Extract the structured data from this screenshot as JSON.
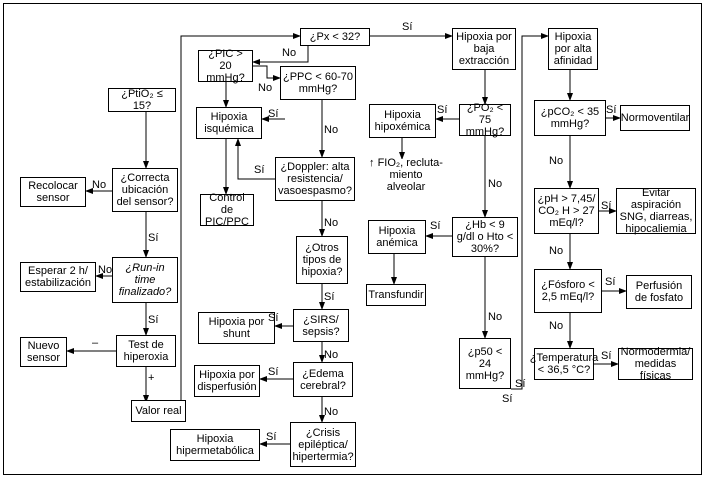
{
  "nodes": {
    "ptio2": "¿PtiO₂ ≤ 15?",
    "correcta": "¿Correcta ubicación del sensor?",
    "recolocar": "Recolocar sensor",
    "runin": "¿Run-in time finalizado?",
    "esperar": "Esperar 2 h/ estabilización",
    "test": "Test de hiperoxia",
    "nuevo": "Nuevo sensor",
    "valor": "Valor real",
    "px": "¿Px < 32?",
    "pic": "¿PIC > 20 mmHg?",
    "ppc": "¿PPC < 60-70 mmHg?",
    "isquemica": "Hipoxia isquémica",
    "control": "Control de PIC/PPC",
    "doppler": "¿Doppler: alta resistencia/ vasoespasmo?",
    "otros": "¿Otros tipos de hipoxia?",
    "sirs": "¿SIRS/ sepsis?",
    "shunt": "Hipoxia por shunt",
    "edema": "¿Edema cerebral?",
    "disperfusion": "Hipoxia por disperfusión",
    "crisis": "¿Crisis epiléptica/ hipertermia?",
    "hipermetabolica": "Hipoxia hipermetabólica",
    "baja": "Hipoxia por baja extracción",
    "po2": "¿PO₂ < 75 mmHg?",
    "hipoxemica": "Hipoxia hipoxémica",
    "fio2": "↑ FIO₂, recluta- miento alveolar",
    "hb": "¿Hb < 9 g/dl o Hto < 30%?",
    "anemica": "Hipoxia anémica",
    "transfundir": "Transfundir",
    "p50": "¿p50 < 24 mmHg?",
    "alta": "Hipoxia por alta afinidad",
    "pco2": "¿pCO₂ < 35 mmHg?",
    "normoventilar": "Normoventilar",
    "ph": "¿pH > 7,45/ CO₂ H > 27 mEq/l?",
    "evitar": "Evitar aspiración SNG, diarreas, hipocaliemia",
    "fosforo": "¿Fósforo < 2,5 mEq/l?",
    "perfusion": "Perfusión de fosfato",
    "temperatura": "¿Temperatura < 36,5 °C?",
    "normodermia": "Normodermia/ medidas físicas"
  },
  "edge_labels": {
    "yes": "Sí",
    "no": "No",
    "minus": "–",
    "plus": "+"
  }
}
